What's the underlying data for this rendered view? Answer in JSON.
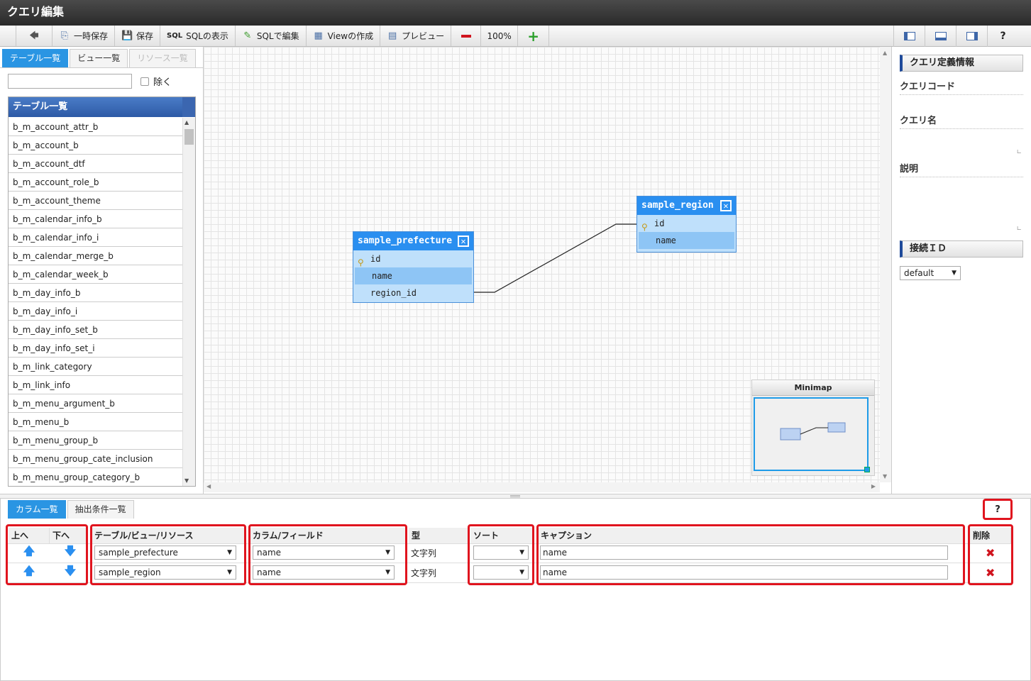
{
  "window": {
    "title": "クエリ編集"
  },
  "toolbar": {
    "back": "",
    "temp_save": "一時保存",
    "save": "保存",
    "sql_icon": "SQL",
    "sql_view": "SQLの表示",
    "sql_edit": "SQLで編集",
    "create_view": "Viewの作成",
    "preview": "プレビュー",
    "zoom": "100%",
    "help": "?"
  },
  "left_pane": {
    "tabs": [
      "テーブル一覧",
      "ビュー一覧",
      "リソース一覧"
    ],
    "exclude_label": "除く",
    "list_header": "テーブル一覧",
    "tables": [
      "b_m_account_attr_b",
      "b_m_account_b",
      "b_m_account_dtf",
      "b_m_account_role_b",
      "b_m_account_theme",
      "b_m_calendar_info_b",
      "b_m_calendar_info_i",
      "b_m_calendar_merge_b",
      "b_m_calendar_week_b",
      "b_m_day_info_b",
      "b_m_day_info_i",
      "b_m_day_info_set_b",
      "b_m_day_info_set_i",
      "b_m_link_category",
      "b_m_link_info",
      "b_m_menu_argument_b",
      "b_m_menu_b",
      "b_m_menu_group_b",
      "b_m_menu_group_cate_inclusion",
      "b_m_menu_group_category_b"
    ]
  },
  "canvas": {
    "tables": [
      {
        "name": "sample_prefecture",
        "columns": [
          {
            "name": "id",
            "key": true
          },
          {
            "name": "name",
            "key": false
          },
          {
            "name": "region_id",
            "key": false
          }
        ]
      },
      {
        "name": "sample_region",
        "columns": [
          {
            "name": "id",
            "key": true
          },
          {
            "name": "name",
            "key": false
          }
        ]
      }
    ],
    "minimap_title": "Minimap"
  },
  "right_pane": {
    "section_query_info": "クエリ定義情報",
    "query_code_label": "クエリコード",
    "query_name_label": "クエリ名",
    "description_label": "説明",
    "section_connection": "接続ＩＤ",
    "connection_value": "default"
  },
  "bottom": {
    "tabs": [
      "カラム一覧",
      "抽出条件一覧"
    ],
    "help": "?",
    "headers": {
      "up": "上へ",
      "down": "下へ",
      "table": "テーブル/ビュー/リソース",
      "column": "カラム/フィールド",
      "type": "型",
      "sort": "ソート",
      "caption": "キャプション",
      "delete": "削除"
    },
    "rows": [
      {
        "table": "sample_prefecture",
        "column": "name",
        "type": "文字列",
        "sort": "",
        "caption": "name"
      },
      {
        "table": "sample_region",
        "column": "name",
        "type": "文字列",
        "sort": "",
        "caption": "name"
      }
    ]
  },
  "colors": {
    "accent": "#2a8ff0",
    "highlight_border": "#e0141e",
    "title_bar": "#333333"
  }
}
